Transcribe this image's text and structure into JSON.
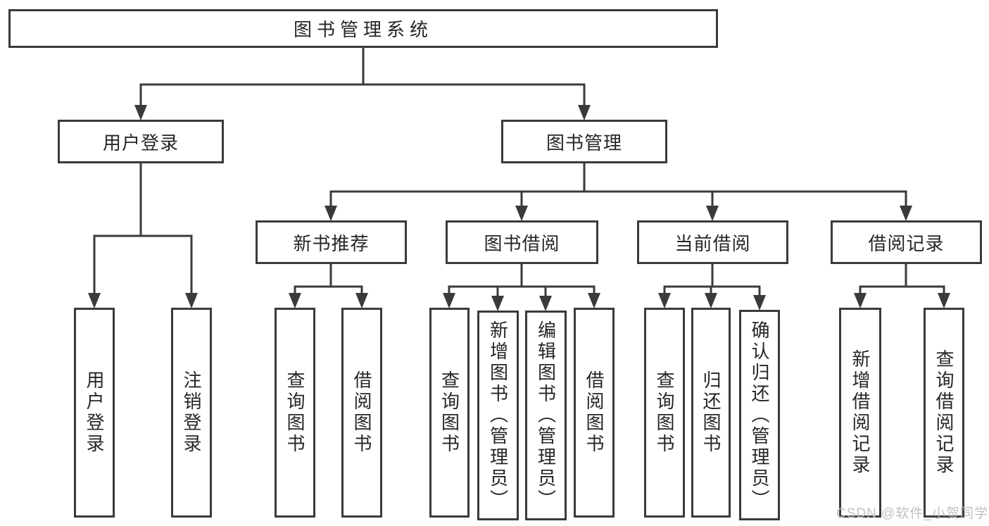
{
  "diagram_title": "图书管理系统",
  "tree": {
    "root": {
      "label": "图书管理系统",
      "children": [
        {
          "label": "用户登录",
          "children": [
            {
              "label": "用户登录"
            },
            {
              "label": "注销登录"
            }
          ]
        },
        {
          "label": "图书管理",
          "children": [
            {
              "label": "新书推荐",
              "children": [
                {
                  "label": "查询图书"
                },
                {
                  "label": "借阅图书"
                }
              ]
            },
            {
              "label": "图书借阅",
              "children": [
                {
                  "label": "查询图书"
                },
                {
                  "label": "新增图书（管理员）"
                },
                {
                  "label": "编辑图书（管理员）"
                },
                {
                  "label": "借阅图书"
                }
              ]
            },
            {
              "label": "当前借阅",
              "children": [
                {
                  "label": "查询图书"
                },
                {
                  "label": "归还图书"
                },
                {
                  "label": "确认归还（管理员）"
                }
              ]
            },
            {
              "label": "借阅记录",
              "children": [
                {
                  "label": "新增借阅记录"
                },
                {
                  "label": "查询借阅记录"
                }
              ]
            }
          ]
        }
      ]
    }
  },
  "watermark": "CSDN @软件_小贺同学",
  "colors": {
    "line": "#3a3a3a",
    "text": "#262626",
    "box_background": "#ffffff",
    "watermark": "#bebebe"
  }
}
